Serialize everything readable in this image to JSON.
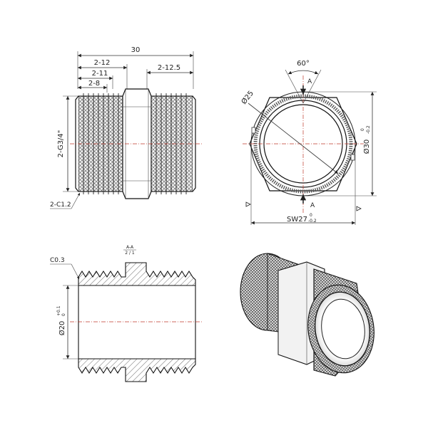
{
  "front_view": {
    "overall_length": "30",
    "dim_thread_left_outer": "2-12",
    "dim_thread_left_mid": "2-11",
    "dim_thread_left_inner": "2-8",
    "dim_thread_right": "2-12.5",
    "thread_spec": "2-G3/4\"",
    "chamfer": "2-C1.2"
  },
  "end_view": {
    "angle": "60°",
    "section_mark_top": "A",
    "section_mark_bottom": "A",
    "inner_diameter": "Ø25",
    "outer_diameter": "Ø30",
    "outer_tol_upper": "0",
    "outer_tol_lower": "-0.2",
    "across_flats": "SW27",
    "af_tol_upper": "0",
    "af_tol_lower": "-0.2"
  },
  "section_view": {
    "title": "A-A",
    "scale": "2 / 1",
    "chamfer": "C0.3",
    "bore_diameter": "Ø20",
    "bore_tol_upper": "+0.1",
    "bore_tol_lower": "0"
  },
  "iso_view": {}
}
